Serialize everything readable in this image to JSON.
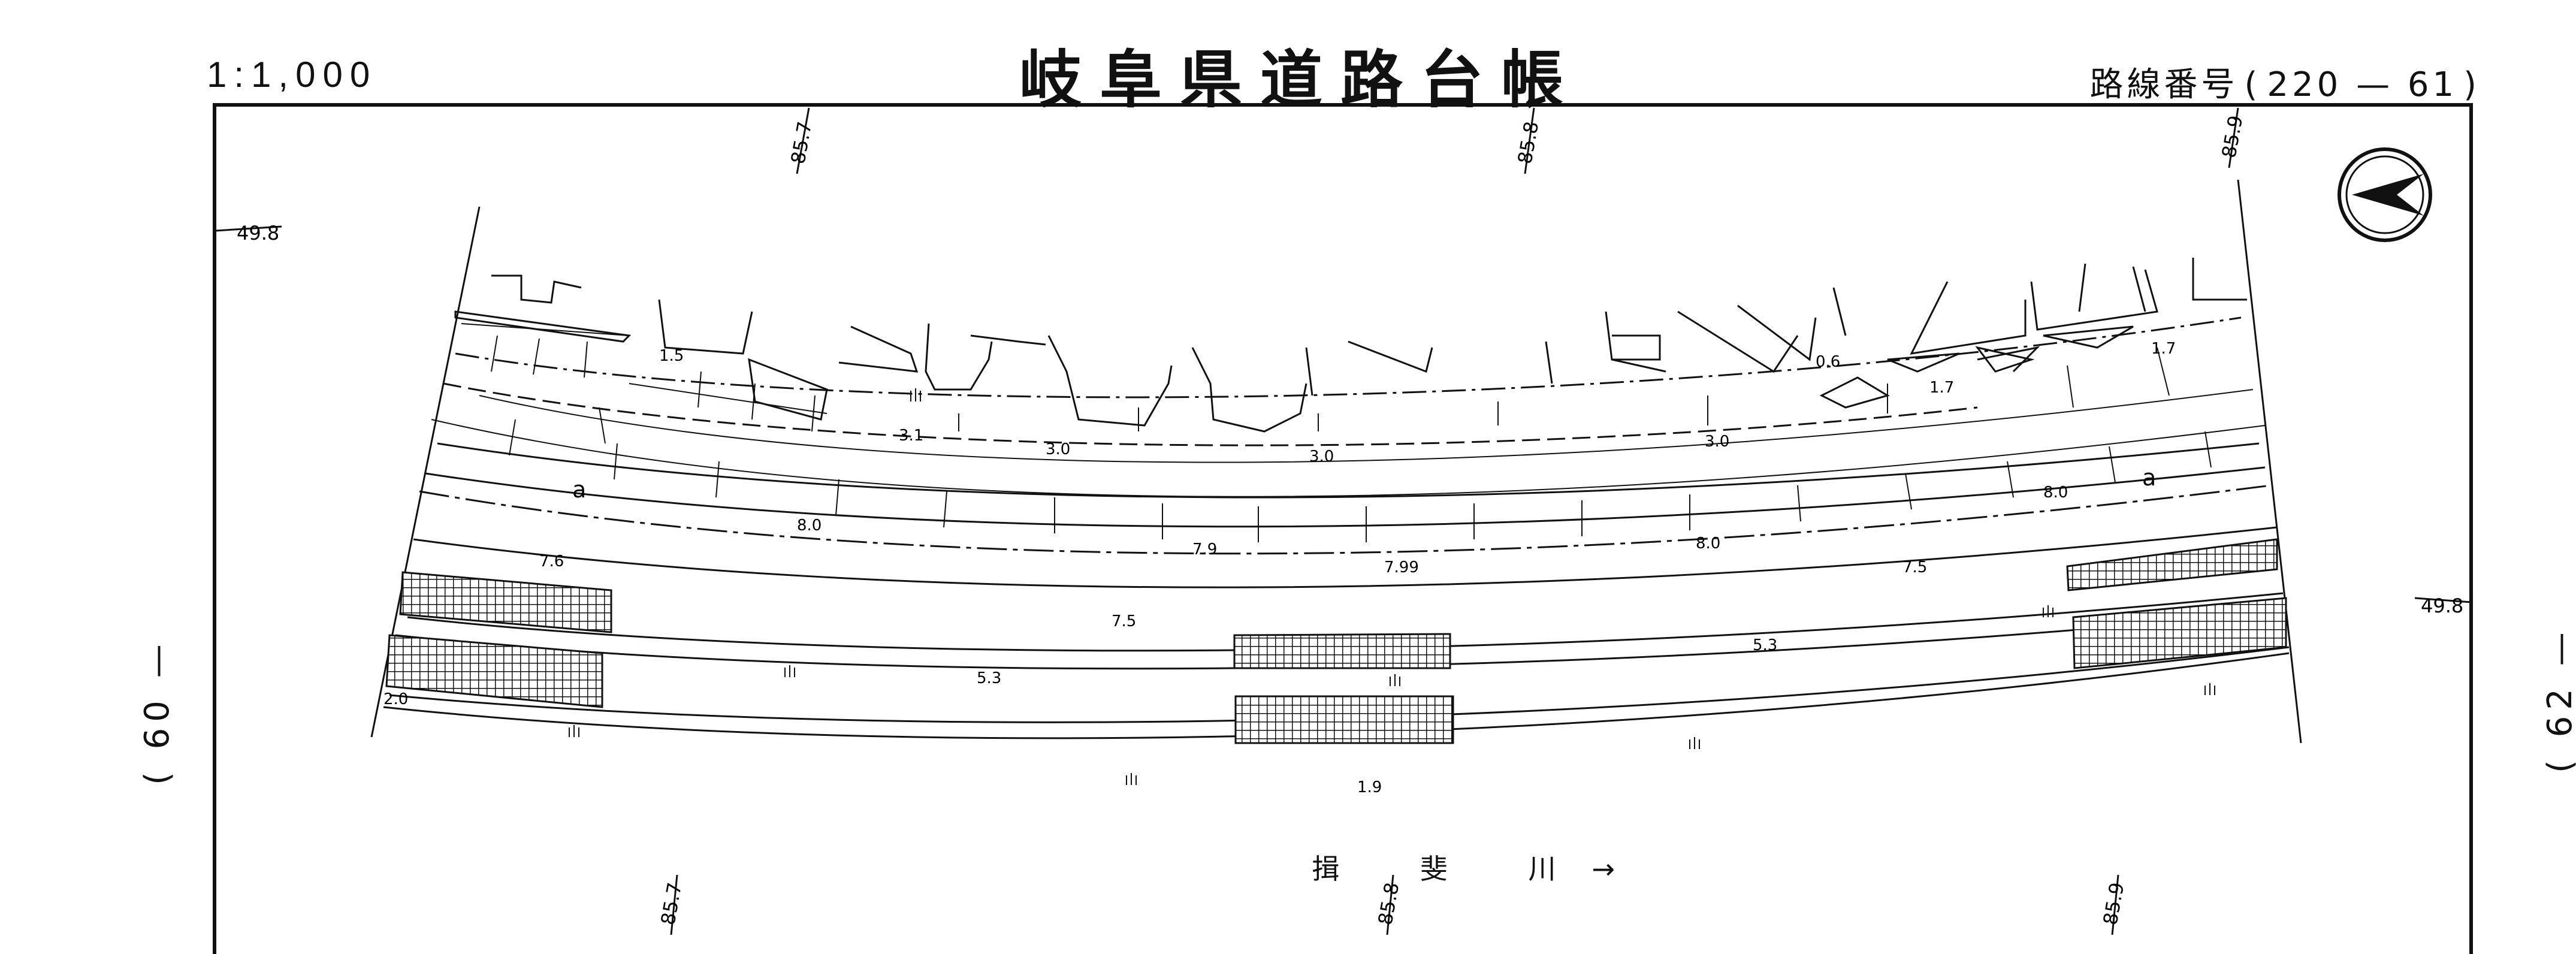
{
  "header": {
    "scale": "1:1,000",
    "title": "岐阜県道路台帳",
    "route_label": "路線番号",
    "route_open": "(",
    "route_number": "220 — 61",
    "route_close": ")"
  },
  "side_labels": {
    "left": "( 60 —",
    "right": "( 62 —"
  },
  "map": {
    "grid_labels_top": [
      "85.7",
      "85.8",
      "85.9"
    ],
    "grid_labels_bottom": [
      "85.7",
      "85.8",
      "85.9"
    ],
    "grid_labels_left": [
      "49.8"
    ],
    "grid_labels_right": [
      "49.8"
    ],
    "elevations": [
      "1.5",
      "3.1",
      "3.0",
      "3.0",
      "3.0",
      "0.6",
      "1.7",
      "1.7",
      "8.0",
      "7.9",
      "7.99",
      "8.0",
      "8.0",
      "7.6",
      "7.5",
      "7.5",
      "5.3",
      "5.3",
      "2.0",
      "1.9"
    ],
    "river_name": "揖 斐 川",
    "river_arrow": "→",
    "north_symbol": "north-arrow"
  }
}
